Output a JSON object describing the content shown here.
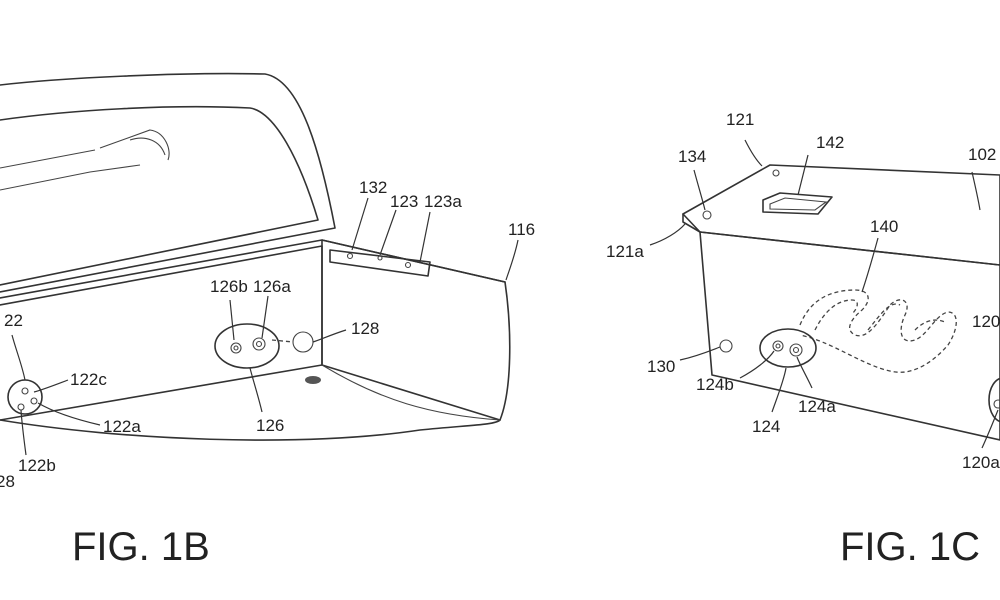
{
  "figures": [
    {
      "caption": "FIG. 1B",
      "labels": [
        "22",
        "122c",
        "122a",
        "28",
        "122b",
        "126b",
        "126a",
        "128",
        "126",
        "132",
        "123",
        "123a",
        "116"
      ]
    },
    {
      "caption": "FIG. 1C",
      "labels": [
        "121",
        "134",
        "142",
        "102",
        "140",
        "121a",
        "120",
        "130",
        "124b",
        "124",
        "124a",
        "120a"
      ]
    }
  ]
}
